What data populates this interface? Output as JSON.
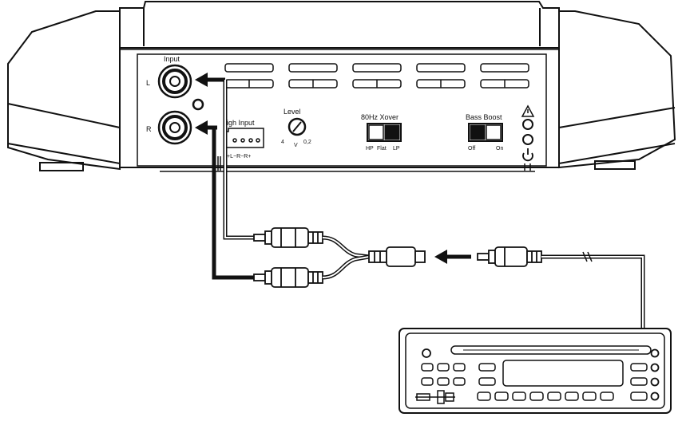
{
  "amp": {
    "input_label": "Input",
    "left_label": "L",
    "right_label": "R",
    "high_input_label": "igh Input",
    "high_input_terminals": "+L−R−R+",
    "level_label": "Level",
    "level_min": "4",
    "level_unit": "V",
    "level_max": "0,2",
    "xover_label": "80Hz Xover",
    "xover_positions": [
      "HP",
      "Flat",
      "LP"
    ],
    "bass_boost_label": "Bass Boost",
    "bass_boost_off": "Off",
    "bass_boost_on": "On",
    "warning_icon": "warning-triangle-icon",
    "power_icon": "power-icon"
  },
  "colors": {
    "line": "#111111",
    "background": "#ffffff"
  }
}
